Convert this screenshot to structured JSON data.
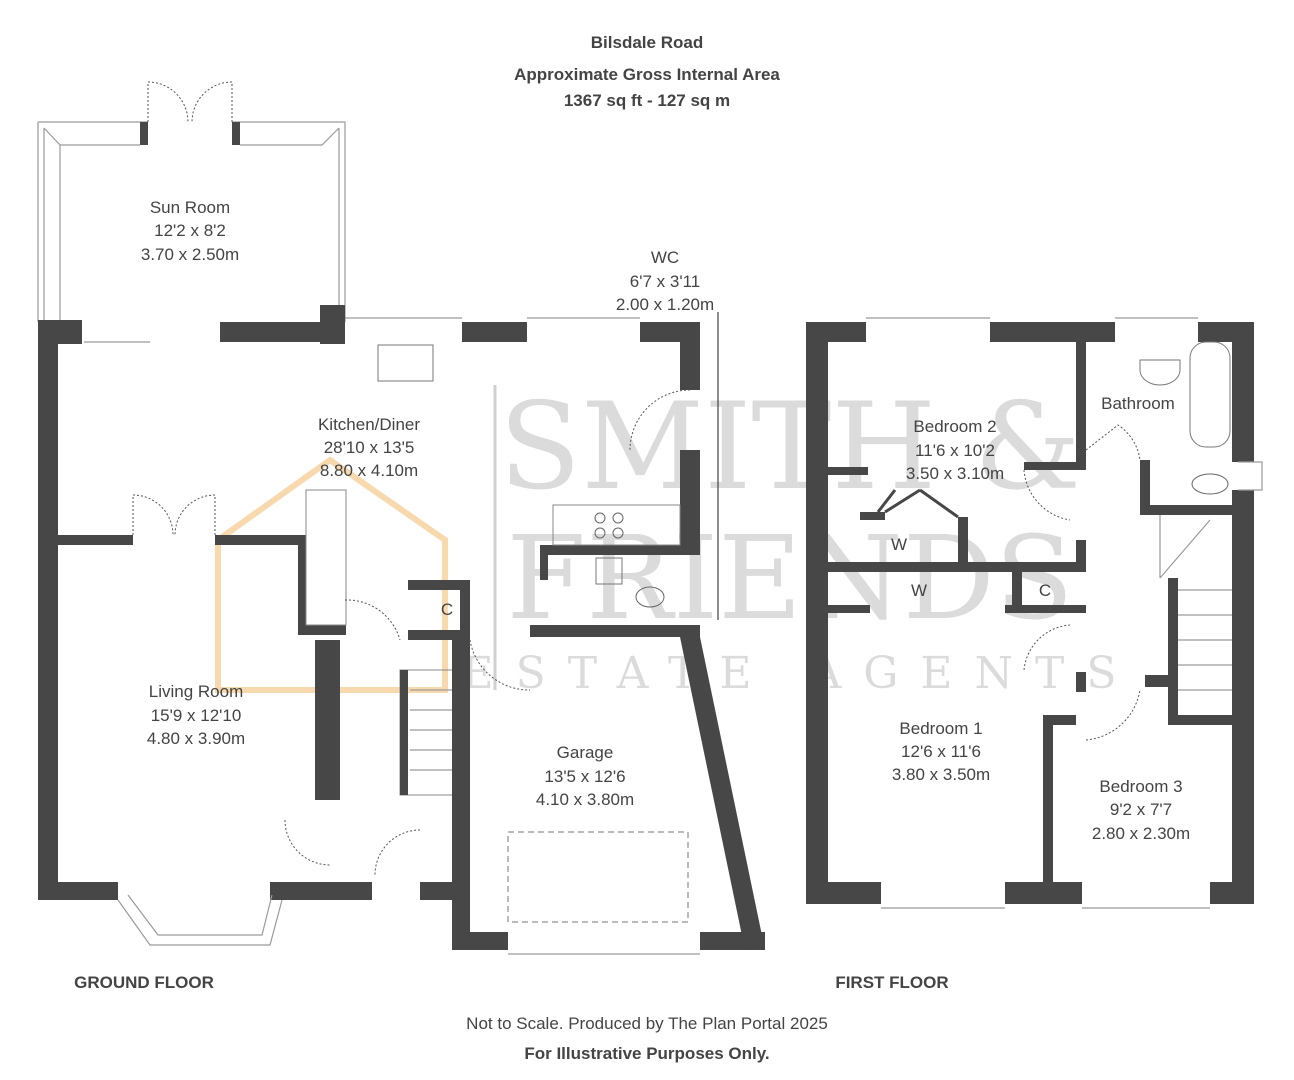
{
  "header": {
    "title": "Bilsdale Road",
    "subtitle": "Approximate Gross Internal Area",
    "area": "1367 sq ft - 127 sq m"
  },
  "ground_floor": {
    "label": "GROUND FLOOR",
    "rooms": [
      {
        "name": "Sun Room",
        "imperial": "12'2 x 8'2",
        "metric": "3.70 x 2.50m"
      },
      {
        "name": "WC",
        "imperial": "6'7 x 3'11",
        "metric": "2.00 x 1.20m"
      },
      {
        "name": "Kitchen/Diner",
        "imperial": "28'10 x 13'5",
        "metric": "8.80 x 4.10m"
      },
      {
        "name": "Living Room",
        "imperial": "15'9 x 12'10",
        "metric": "4.80 x 3.90m"
      },
      {
        "name": "Garage",
        "imperial": "13'5 x 12'6",
        "metric": "4.10 x 3.80m"
      }
    ],
    "cupboard": "C"
  },
  "first_floor": {
    "label": "FIRST FLOOR",
    "rooms": [
      {
        "name": "Bedroom 2",
        "imperial": "11'6 x 10'2",
        "metric": "3.50 x 3.10m"
      },
      {
        "name": "Bathroom"
      },
      {
        "name": "Bedroom 1",
        "imperial": "12'6 x 11'6",
        "metric": "3.80 x 3.50m"
      },
      {
        "name": "Bedroom 3",
        "imperial": "9'2 x 7'7",
        "metric": "2.80 x 2.30m"
      }
    ],
    "wardrobe_1": "W",
    "wardrobe_2": "W",
    "cupboard": "C"
  },
  "watermark": {
    "line1": "SMITH &",
    "line2": "FRIENDS",
    "line3": "ESTATE AGENTS"
  },
  "footer": {
    "line1": "Not to Scale. Produced by The Plan Portal 2025",
    "line2": "For Illustrative Purposes Only."
  },
  "colors": {
    "wall": "#474747",
    "text": "#444444",
    "watermark_accent": "#f5c98a"
  }
}
